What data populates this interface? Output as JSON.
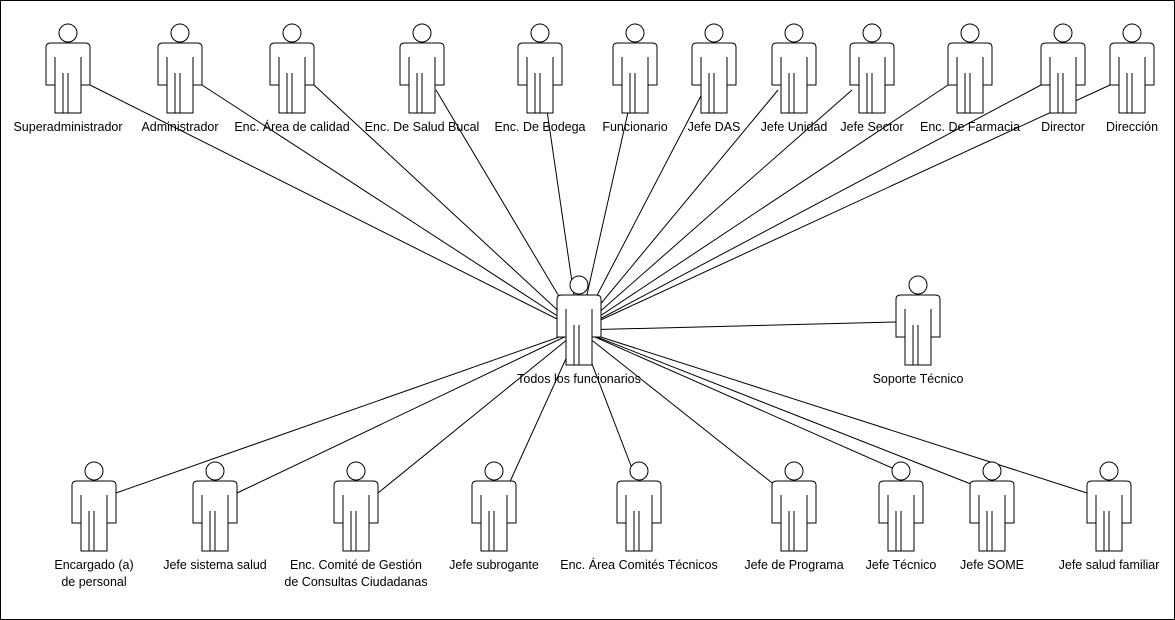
{
  "diagram": {
    "type": "use-case-actor-diagram",
    "central_actor": "Todos los funcionarios",
    "actors": [
      {
        "id": "superadministrador",
        "lines": [
          "Superadministrador"
        ]
      },
      {
        "id": "administrador",
        "lines": [
          "Administrador"
        ]
      },
      {
        "id": "enc-area-calidad",
        "lines": [
          "Enc. Área de calidad"
        ]
      },
      {
        "id": "enc-salud-bucal",
        "lines": [
          "Enc. De Salud Bucal"
        ]
      },
      {
        "id": "enc-bodega",
        "lines": [
          "Enc. De Bodega"
        ]
      },
      {
        "id": "funcionario",
        "lines": [
          "Funcionario"
        ]
      },
      {
        "id": "jefe-das",
        "lines": [
          "Jefe DAS"
        ]
      },
      {
        "id": "jefe-unidad",
        "lines": [
          "Jefe Unidad"
        ]
      },
      {
        "id": "jefe-sector",
        "lines": [
          "Jefe Sector"
        ]
      },
      {
        "id": "enc-farmacia",
        "lines": [
          "Enc. De Farmacia"
        ]
      },
      {
        "id": "director",
        "lines": [
          "Director"
        ]
      },
      {
        "id": "direccion",
        "lines": [
          "Dirección"
        ]
      },
      {
        "id": "todos-funcionarios",
        "lines": [
          "Todos los funcionarios"
        ]
      },
      {
        "id": "soporte-tecnico",
        "lines": [
          "Soporte Técnico"
        ]
      },
      {
        "id": "encargado-personal",
        "lines": [
          "Encargado (a)",
          "de personal"
        ]
      },
      {
        "id": "jefe-sistema-salud",
        "lines": [
          "Jefe sistema salud"
        ]
      },
      {
        "id": "enc-comite-gestion",
        "lines": [
          "Enc. Comité de Gestión",
          "de Consultas Ciudadanas"
        ]
      },
      {
        "id": "jefe-subrogante",
        "lines": [
          "Jefe subrogante"
        ]
      },
      {
        "id": "enc-area-comites",
        "lines": [
          "Enc. Área Comités Técnicos"
        ]
      },
      {
        "id": "jefe-programa",
        "lines": [
          "Jefe de Programa"
        ]
      },
      {
        "id": "jefe-tecnico",
        "lines": [
          "Jefe Técnico"
        ]
      },
      {
        "id": "jefe-some",
        "lines": [
          "Jefe SOME"
        ]
      },
      {
        "id": "jefe-salud-familiar",
        "lines": [
          "Jefe salud familiar"
        ]
      }
    ],
    "associations": [
      {
        "from": "todos-funcionarios",
        "to": "superadministrador"
      },
      {
        "from": "todos-funcionarios",
        "to": "administrador"
      },
      {
        "from": "todos-funcionarios",
        "to": "enc-area-calidad"
      },
      {
        "from": "todos-funcionarios",
        "to": "enc-salud-bucal"
      },
      {
        "from": "todos-funcionarios",
        "to": "enc-bodega"
      },
      {
        "from": "todos-funcionarios",
        "to": "funcionario"
      },
      {
        "from": "todos-funcionarios",
        "to": "jefe-das"
      },
      {
        "from": "todos-funcionarios",
        "to": "jefe-unidad"
      },
      {
        "from": "todos-funcionarios",
        "to": "jefe-sector"
      },
      {
        "from": "todos-funcionarios",
        "to": "enc-farmacia"
      },
      {
        "from": "todos-funcionarios",
        "to": "director"
      },
      {
        "from": "todos-funcionarios",
        "to": "direccion"
      },
      {
        "from": "todos-funcionarios",
        "to": "soporte-tecnico"
      },
      {
        "from": "todos-funcionarios",
        "to": "encargado-personal"
      },
      {
        "from": "todos-funcionarios",
        "to": "jefe-sistema-salud"
      },
      {
        "from": "todos-funcionarios",
        "to": "enc-comite-gestion"
      },
      {
        "from": "todos-funcionarios",
        "to": "jefe-subrogante"
      },
      {
        "from": "todos-funcionarios",
        "to": "enc-area-comites"
      },
      {
        "from": "todos-funcionarios",
        "to": "jefe-programa"
      },
      {
        "from": "todos-funcionarios",
        "to": "jefe-tecnico"
      },
      {
        "from": "todos-funcionarios",
        "to": "jefe-some"
      },
      {
        "from": "todos-funcionarios",
        "to": "jefe-salud-familiar"
      }
    ]
  }
}
